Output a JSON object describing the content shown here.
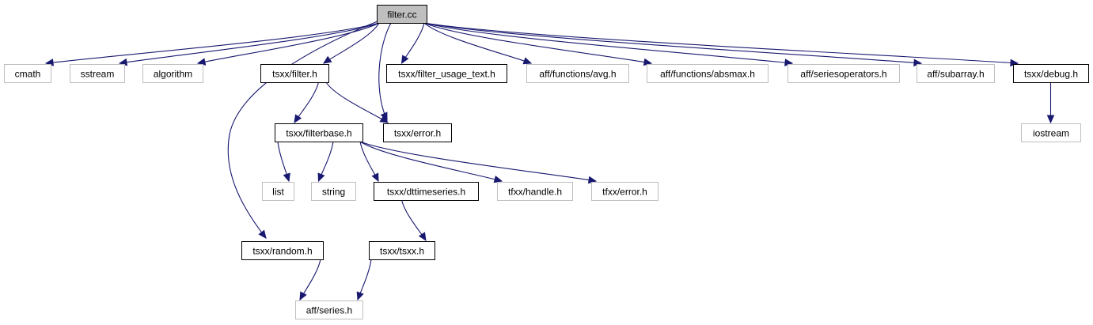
{
  "root": {
    "id": "filter_cc",
    "label": "filter.cc",
    "fill": "#bfbfbf",
    "border": "#000000"
  },
  "style": {
    "edge_color": "#191970",
    "node_fill": "#ffffff",
    "linked_border": "#000000",
    "external_border": "#bfbfbf"
  },
  "nodes": [
    {
      "id": "cmath",
      "label": "cmath",
      "linked": false
    },
    {
      "id": "sstream",
      "label": "sstream",
      "linked": false
    },
    {
      "id": "algorithm",
      "label": "algorithm",
      "linked": false
    },
    {
      "id": "tsxx_filter_h",
      "label": "tsxx/filter.h",
      "linked": true
    },
    {
      "id": "tsxx_filter_usage_text_h",
      "label": "tsxx/filter_usage_text.h",
      "linked": true
    },
    {
      "id": "aff_functions_avg_h",
      "label": "aff/functions/avg.h",
      "linked": false
    },
    {
      "id": "aff_functions_absmax_h",
      "label": "aff/functions/absmax.h",
      "linked": false
    },
    {
      "id": "aff_seriesoperators_h",
      "label": "aff/seriesoperators.h",
      "linked": false
    },
    {
      "id": "aff_subarray_h",
      "label": "aff/subarray.h",
      "linked": false
    },
    {
      "id": "tsxx_debug_h",
      "label": "tsxx/debug.h",
      "linked": true
    },
    {
      "id": "iostream",
      "label": "iostream",
      "linked": false
    },
    {
      "id": "tsxx_filterbase_h",
      "label": "tsxx/filterbase.h",
      "linked": true
    },
    {
      "id": "tsxx_error_h",
      "label": "tsxx/error.h",
      "linked": true
    },
    {
      "id": "list",
      "label": "list",
      "linked": false
    },
    {
      "id": "string",
      "label": "string",
      "linked": false
    },
    {
      "id": "tsxx_dttimeseries_h",
      "label": "tsxx/dttimeseries.h",
      "linked": true
    },
    {
      "id": "tfxx_handle_h",
      "label": "tfxx/handle.h",
      "linked": false
    },
    {
      "id": "tfxx_error_h",
      "label": "tfxx/error.h",
      "linked": false
    },
    {
      "id": "tsxx_random_h",
      "label": "tsxx/random.h",
      "linked": true
    },
    {
      "id": "tsxx_tsxx_h",
      "label": "tsxx/tsxx.h",
      "linked": true
    },
    {
      "id": "aff_series_h",
      "label": "aff/series.h",
      "linked": false
    }
  ],
  "edges": [
    [
      "filter_cc",
      "cmath"
    ],
    [
      "filter_cc",
      "sstream"
    ],
    [
      "filter_cc",
      "algorithm"
    ],
    [
      "filter_cc",
      "tsxx_filter_h"
    ],
    [
      "filter_cc",
      "tsxx_error_h"
    ],
    [
      "filter_cc",
      "tsxx_random_h"
    ],
    [
      "filter_cc",
      "tsxx_filter_usage_text_h"
    ],
    [
      "filter_cc",
      "aff_functions_avg_h"
    ],
    [
      "filter_cc",
      "aff_functions_absmax_h"
    ],
    [
      "filter_cc",
      "aff_seriesoperators_h"
    ],
    [
      "filter_cc",
      "aff_subarray_h"
    ],
    [
      "filter_cc",
      "tsxx_debug_h"
    ],
    [
      "tsxx_debug_h",
      "iostream"
    ],
    [
      "tsxx_filter_h",
      "tsxx_filterbase_h"
    ],
    [
      "tsxx_filter_h",
      "tsxx_error_h"
    ],
    [
      "tsxx_filterbase_h",
      "list"
    ],
    [
      "tsxx_filterbase_h",
      "string"
    ],
    [
      "tsxx_filterbase_h",
      "tsxx_dttimeseries_h"
    ],
    [
      "tsxx_filterbase_h",
      "tfxx_handle_h"
    ],
    [
      "tsxx_filterbase_h",
      "tfxx_error_h"
    ],
    [
      "tsxx_dttimeseries_h",
      "tsxx_tsxx_h"
    ],
    [
      "tsxx_random_h",
      "aff_series_h"
    ],
    [
      "tsxx_tsxx_h",
      "aff_series_h"
    ]
  ]
}
